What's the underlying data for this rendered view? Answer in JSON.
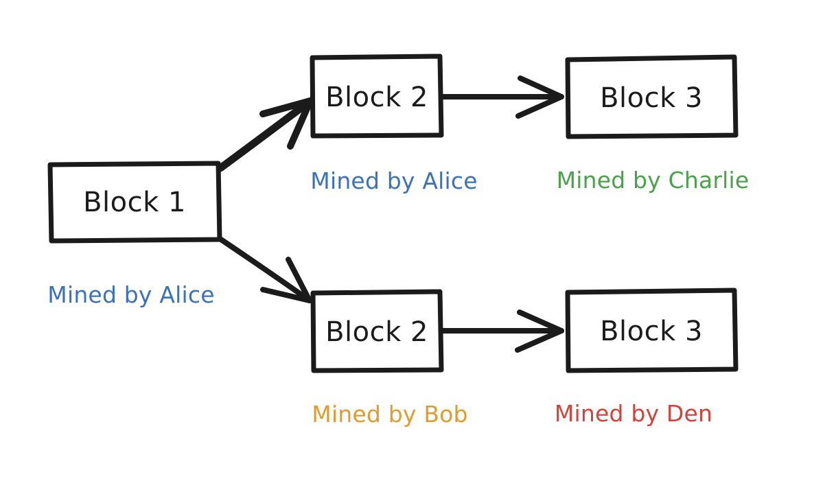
{
  "diagram": {
    "type": "blockchain-fork-diagram",
    "background_color": "#ffffff",
    "stroke_color": "#1b1b1b",
    "blocks": [
      {
        "id": "block-1",
        "label": "Block 1"
      },
      {
        "id": "block-2-top",
        "label": "Block 2"
      },
      {
        "id": "block-3-top",
        "label": "Block 3"
      },
      {
        "id": "block-2-bottom",
        "label": "Block 2"
      },
      {
        "id": "block-3-bottom",
        "label": "Block 3"
      }
    ],
    "miner_labels": [
      {
        "id": "miner-block-1",
        "text": "Mined by Alice",
        "color": "#3b72bd"
      },
      {
        "id": "miner-block-2-top",
        "text": "Mined by Alice",
        "color": "#3b72bd"
      },
      {
        "id": "miner-block-3-top",
        "text": "Mined by Charlie",
        "color": "#4aa24a"
      },
      {
        "id": "miner-block-2-bottom",
        "text": "Mined by Bob",
        "color": "#e39b2e"
      },
      {
        "id": "miner-block-3-bottom",
        "text": "Mined by Den",
        "color": "#d4433a"
      }
    ],
    "connectors": [
      {
        "id": "arrow-block1-to-block2-top",
        "from": "block-1",
        "to": "block-2-top"
      },
      {
        "id": "arrow-block1-to-block2-bottom",
        "from": "block-1",
        "to": "block-2-bottom"
      },
      {
        "id": "arrow-block2-top-to-block3-top",
        "from": "block-2-top",
        "to": "block-3-top"
      },
      {
        "id": "arrow-block2-bottom-to-block3-bottom",
        "from": "block-2-bottom",
        "to": "block-3-bottom"
      }
    ]
  }
}
